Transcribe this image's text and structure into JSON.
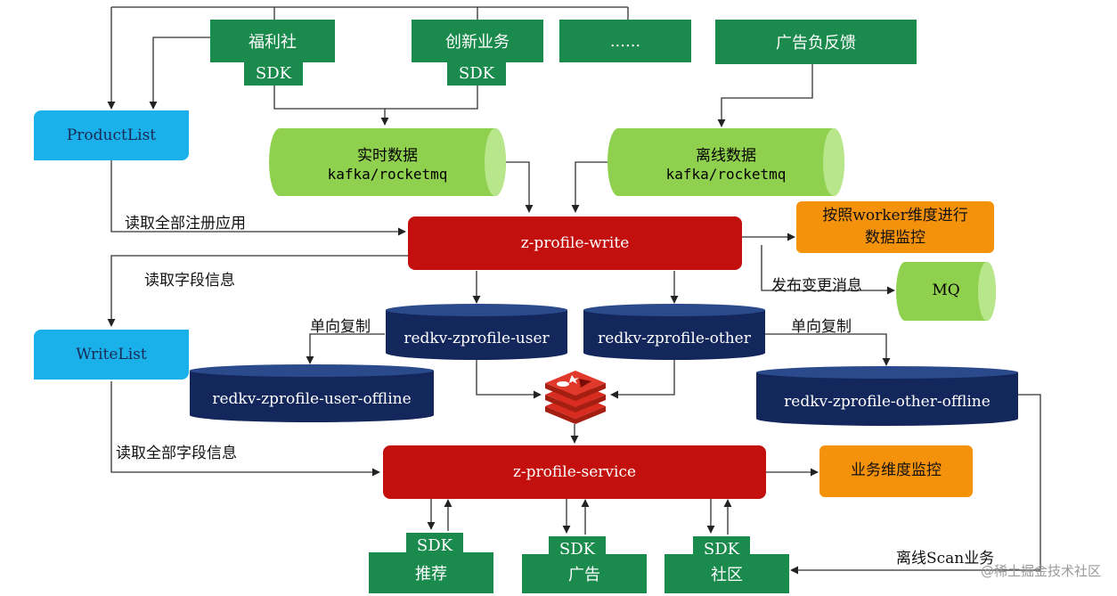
{
  "sources": {
    "fuli": {
      "label": "福利社",
      "sdk": "SDK"
    },
    "chuangxin": {
      "label": "创新业务",
      "sdk": "SDK"
    },
    "ellipsis": {
      "label": "......"
    },
    "guanggao_feedback": {
      "label": "广告负反馈"
    }
  },
  "lists": {
    "product_list": "ProductList",
    "write_list": "WriteList"
  },
  "queues": {
    "realtime": {
      "title": "实时数据",
      "subtitle": "kafka/rocketmq"
    },
    "offline": {
      "title": "离线数据",
      "subtitle": "kafka/rocketmq"
    },
    "mq": {
      "title": "MQ"
    }
  },
  "services": {
    "write": "z-profile-write",
    "service": "z-profile-service"
  },
  "monitors": {
    "worker": {
      "line1": "按照worker维度进行",
      "line2": "数据监控"
    },
    "business": "业务维度监控"
  },
  "stores": {
    "user": "redkv-zprofile-user",
    "other": "redkv-zprofile-other",
    "user_offline": "redkv-zprofile-user-offline",
    "other_offline": "redkv-zprofile-other-offline"
  },
  "edge_labels": {
    "read_all_apps": "读取全部注册应用",
    "read_fields": "读取字段信息",
    "read_all_fields": "读取全部字段信息",
    "publish_change": "发布变更消息",
    "one_way_copy_left": "单向复制",
    "one_way_copy_right": "单向复制",
    "offline_scan": "离线Scan业务"
  },
  "clients": {
    "tuijian": {
      "sdk": "SDK",
      "label": "推荐"
    },
    "guanggao": {
      "sdk": "SDK",
      "label": "广告"
    },
    "shequ": {
      "sdk": "SDK",
      "label": "社区"
    }
  },
  "icons": {
    "redis": "redis-logo-icon"
  },
  "colors": {
    "green": "#1b8a4d",
    "light_green": "#8fd14f",
    "blue": "#1ab0ea",
    "red": "#c40f0f",
    "orange": "#f5920c",
    "navy": "#13275c"
  },
  "watermark": "@稀土掘金技术社区"
}
